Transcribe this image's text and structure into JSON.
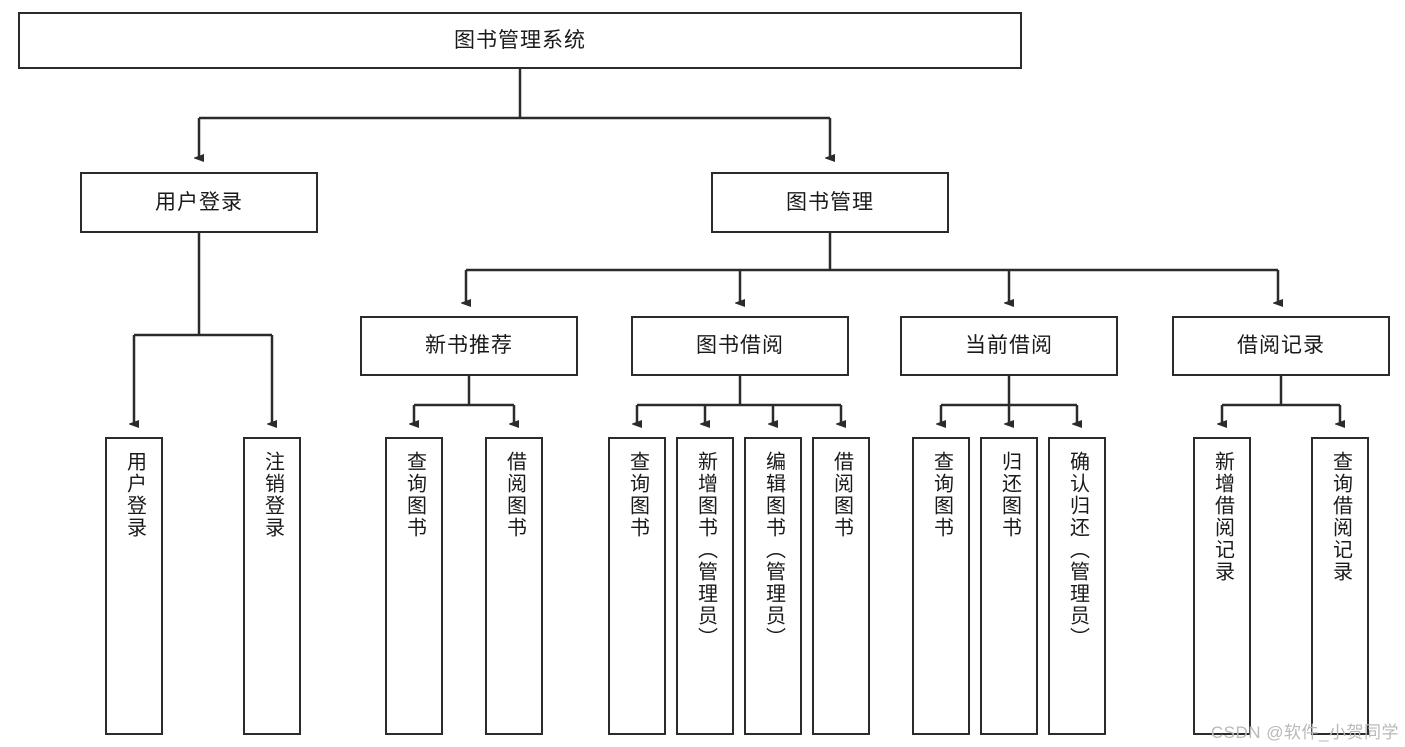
{
  "diagram": {
    "title": "图书管理系统",
    "type": "tree",
    "root": {
      "id": "root",
      "label": "图书管理系统"
    },
    "level2": [
      {
        "id": "user-login",
        "label": "用户登录"
      },
      {
        "id": "book-management",
        "label": "图书管理"
      }
    ],
    "level3": [
      {
        "id": "new-book-recommend",
        "label": "新书推荐",
        "parent": "book-management"
      },
      {
        "id": "book-borrow",
        "label": "图书借阅",
        "parent": "book-management"
      },
      {
        "id": "current-borrow",
        "label": "当前借阅",
        "parent": "book-management"
      },
      {
        "id": "borrow-record",
        "label": "借阅记录",
        "parent": "book-management"
      }
    ],
    "leaves": [
      {
        "id": "leaf-user-login",
        "label": "用户登录",
        "parent": "user-login"
      },
      {
        "id": "leaf-logout-login",
        "label": "注销登录",
        "parent": "user-login"
      },
      {
        "id": "leaf-query-book-1",
        "label": "查询图书",
        "parent": "new-book-recommend"
      },
      {
        "id": "leaf-borrow-book-1",
        "label": "借阅图书",
        "parent": "new-book-recommend"
      },
      {
        "id": "leaf-query-book-2",
        "label": "查询图书",
        "parent": "book-borrow"
      },
      {
        "id": "leaf-add-book",
        "label": "新增图书（管理员）",
        "parent": "book-borrow"
      },
      {
        "id": "leaf-edit-book",
        "label": "编辑图书（管理员）",
        "parent": "book-borrow"
      },
      {
        "id": "leaf-borrow-book-2",
        "label": "借阅图书",
        "parent": "book-borrow"
      },
      {
        "id": "leaf-query-book-3",
        "label": "查询图书",
        "parent": "current-borrow"
      },
      {
        "id": "leaf-return-book",
        "label": "归还图书",
        "parent": "current-borrow"
      },
      {
        "id": "leaf-confirm-return",
        "label": "确认归还（管理员）",
        "parent": "current-borrow"
      },
      {
        "id": "leaf-add-record",
        "label": "新增借阅记录",
        "parent": "borrow-record"
      },
      {
        "id": "leaf-query-record",
        "label": "查询借阅记录",
        "parent": "borrow-record"
      }
    ],
    "colors": {
      "box_border": "#2b2b2b",
      "box_fill": "#ffffff",
      "edge": "#2b2b2b",
      "text": "#1a1a1a",
      "watermark": "#b9b9b9",
      "background": "#ffffff"
    }
  },
  "watermark": {
    "text": "CSDN @软件_小贺同学"
  }
}
